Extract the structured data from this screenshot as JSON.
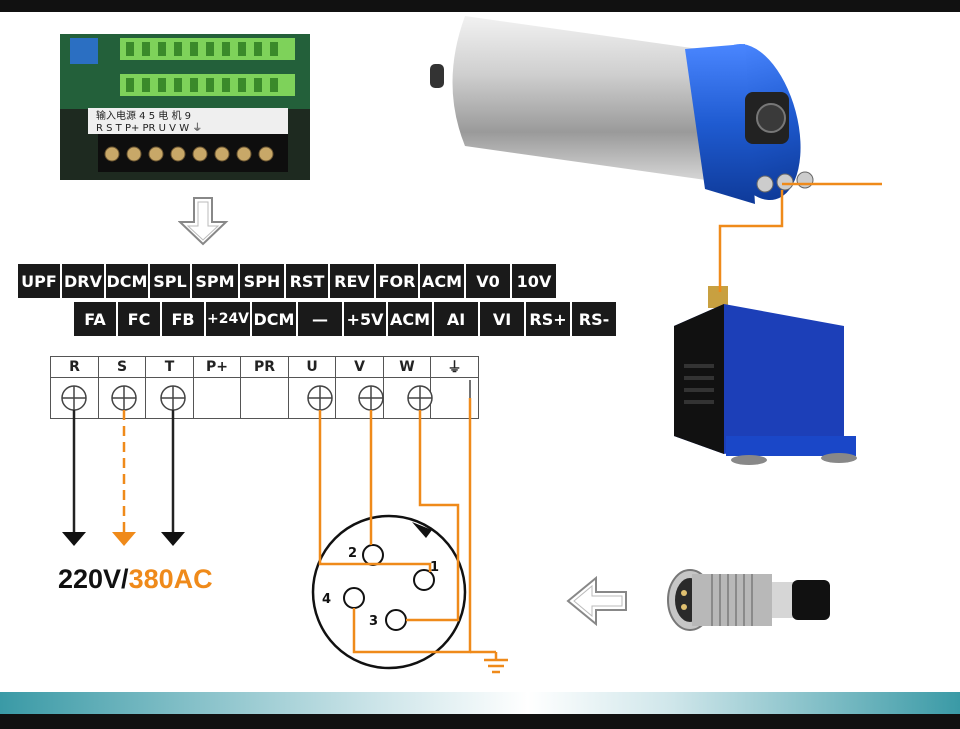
{
  "control_row1": [
    "UPF",
    "DRV",
    "DCM",
    "SPL",
    "SPM",
    "SPH",
    "RST",
    "REV",
    "FOR",
    "ACM",
    "V0",
    "10V"
  ],
  "control_row2": [
    "FA",
    "FC",
    "FB",
    "+24V",
    "DCM",
    "—",
    "+5V",
    "ACM",
    "AI",
    "VI",
    "RS+",
    "RS-"
  ],
  "power_terminals": [
    "R",
    "S",
    "T",
    "P+",
    "PR",
    "U",
    "V",
    "W",
    "⏚"
  ],
  "voltage": {
    "part1": "220V/",
    "part2": "380AC"
  },
  "connector_pins": [
    "1",
    "2",
    "3",
    "4"
  ],
  "pcb_label": {
    "line1": "输入电源  4 5  电 机  9",
    "line2": "R S T P+ PR U V W ⏚"
  },
  "colors": {
    "orange": "#ef8a1a",
    "black": "#1a1a1a",
    "spindle_blue": "#1f5bd1"
  }
}
